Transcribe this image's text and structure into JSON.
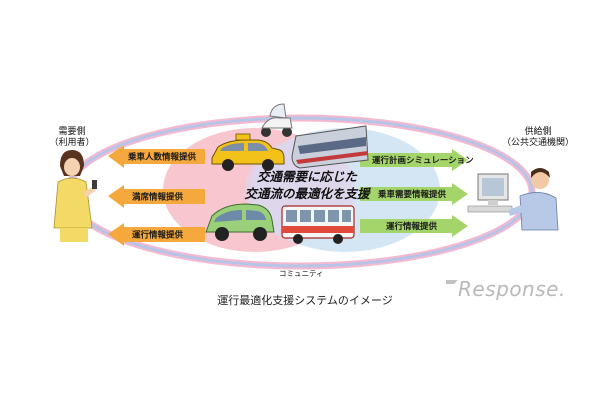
{
  "center_title_line1": "交通需要に応じた",
  "center_title_line2": "交通流の最適化を支援",
  "demand_side": {
    "label": "需要側",
    "sub": "（利用者）"
  },
  "supply_side": {
    "label": "供給側",
    "sub": "（公共交通機関）"
  },
  "left_arrows": [
    "乗車人数情報提供",
    "満席情報提供",
    "運行情報提供"
  ],
  "right_arrows": [
    "運行計画シミュレーション",
    "乗車需要情報提供",
    "運行情報提供"
  ],
  "community_label": "コミュニティ",
  "caption": "運行最適化支援システムのイメージ",
  "brand": "Response.",
  "colors": {
    "left_arrow": "#f5a83c",
    "right_arrow": "#a4d56a",
    "pink_zone": "#f7c6cf",
    "blue_zone": "#cfe3f3",
    "taxi": "#f2c21a",
    "bus": "#e04a3a"
  }
}
